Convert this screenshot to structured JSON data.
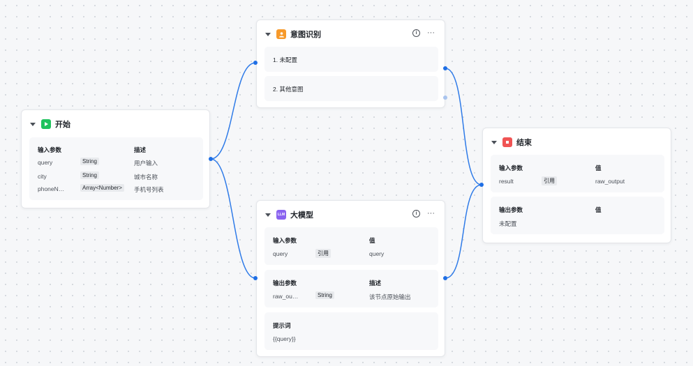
{
  "colors": {
    "edge": "#2f7be8",
    "port": "#1f6fe5",
    "start_icon": "#1fc25d",
    "intent_icon": "#f79a2b",
    "llm_icon": "#8a63f0",
    "end_icon": "#f05454"
  },
  "start_node": {
    "title": "开始",
    "icon": "play-icon",
    "col_param": "输入参数",
    "col_desc": "描述",
    "rows": [
      {
        "name": "query",
        "type": "String",
        "desc": "用户输入"
      },
      {
        "name": "city",
        "type": "String",
        "desc": "城市名称"
      },
      {
        "name": "phoneN…",
        "type": "Array<Number>",
        "desc": "手机号列表"
      }
    ]
  },
  "intent_node": {
    "title": "意图识别",
    "icon": "intent-icon",
    "info": "i",
    "more": "···",
    "branches": [
      "1. 未配置",
      "2. 其他意图"
    ]
  },
  "llm_node": {
    "title": "大模型",
    "icon_text": "LLM",
    "info": "i",
    "more": "···",
    "input": {
      "col_param": "输入参数",
      "col_value": "值",
      "rows": [
        {
          "name": "query",
          "type": "引用",
          "value": "query"
        }
      ]
    },
    "output": {
      "col_param": "输出参数",
      "col_desc": "描述",
      "rows": [
        {
          "name": "raw_ou…",
          "type": "String",
          "desc": "该节点原始输出"
        }
      ]
    },
    "prompt": {
      "label": "提示词",
      "value": "{{query}}"
    }
  },
  "end_node": {
    "title": "结束",
    "icon": "stop-icon",
    "input": {
      "col_param": "输入参数",
      "col_value": "值",
      "rows": [
        {
          "name": "result",
          "type": "引用",
          "value": "raw_output"
        }
      ]
    },
    "output": {
      "col_param": "输出参数",
      "col_value": "值",
      "empty": "未配置"
    }
  }
}
